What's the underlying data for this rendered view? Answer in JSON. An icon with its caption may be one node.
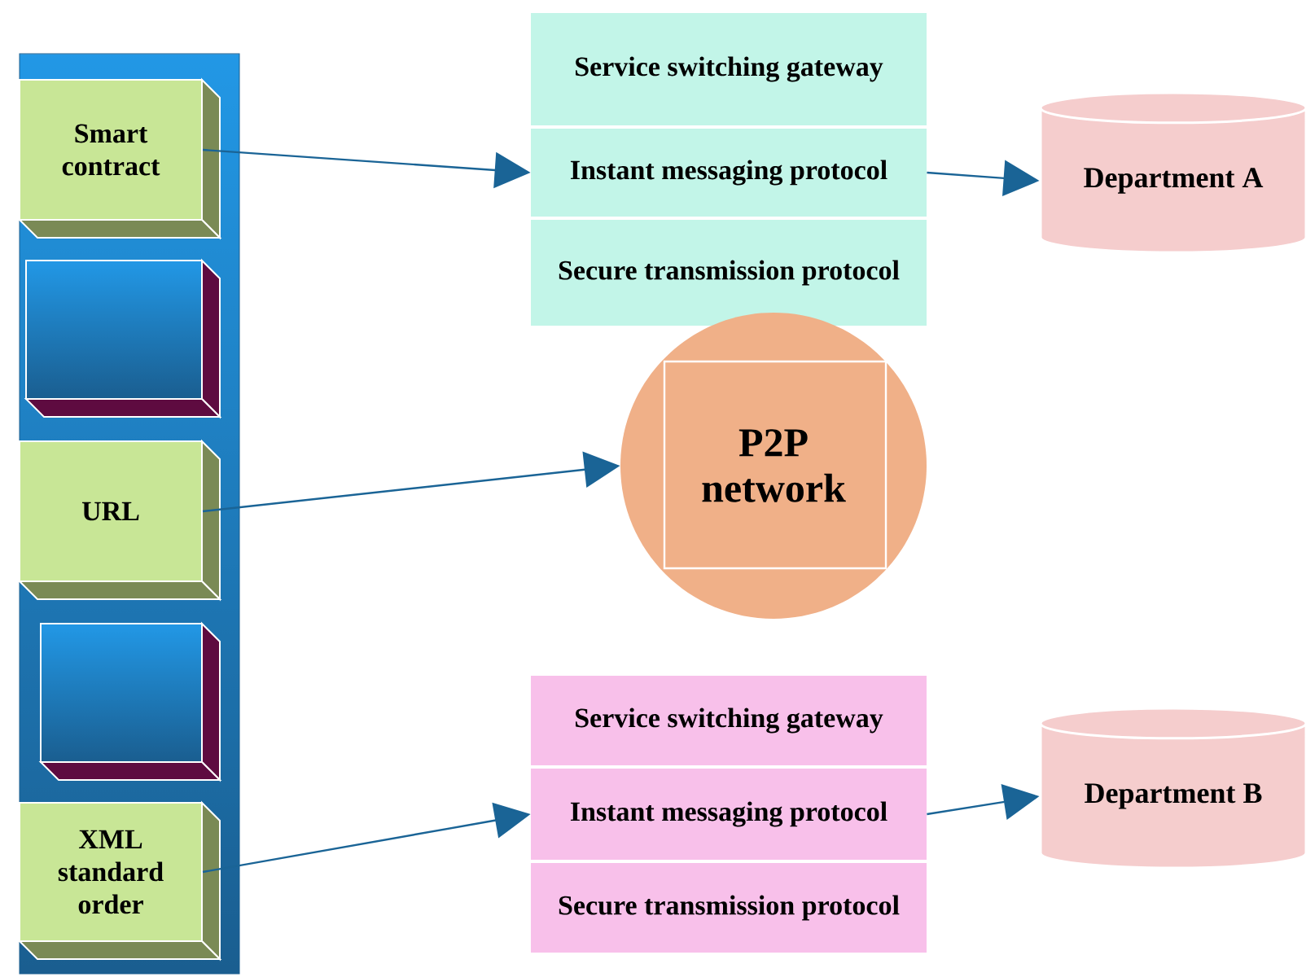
{
  "diagram": {
    "nodes": [
      {
        "text": [],
        "shape": "box"
      },
      {
        "text": [
          "Smart contract"
        ],
        "in": 0
      },
      {
        "text": [],
        "shape": "box",
        "in": 0
      },
      {
        "text": [
          "URL"
        ],
        "in": 0
      },
      {
        "text": [],
        "shape": "box",
        "in": 0
      },
      {
        "text": [
          "XML standard order"
        ],
        "in": 0
      },
      {
        "text": [
          "Service switching gateway"
        ]
      },
      {
        "text": [
          "Instant messaging protocol"
        ]
      },
      {
        "text": [
          "Secure transmission protocol"
        ]
      },
      {
        "text": [
          "Department A"
        ]
      },
      {
        "text": [
          "P2P network"
        ]
      },
      {
        "text": [
          "Service switching gateway"
        ]
      },
      {
        "text": [
          "Instant messaging protocol"
        ]
      },
      {
        "text": [
          "Secure transmission protocol"
        ]
      },
      {
        "text": [
          "Department B"
        ]
      }
    ],
    "edges": [
      {
        "from": 1,
        "to": 7,
        "arrow": "to"
      },
      {
        "from": 3,
        "to": 10,
        "arrow": "to"
      },
      {
        "from": 5,
        "to": 12,
        "arrow": "to"
      },
      {
        "from": 7,
        "to": 9,
        "arrow": "to"
      },
      {
        "from": 12,
        "to": 14,
        "arrow": "to"
      }
    ]
  }
}
